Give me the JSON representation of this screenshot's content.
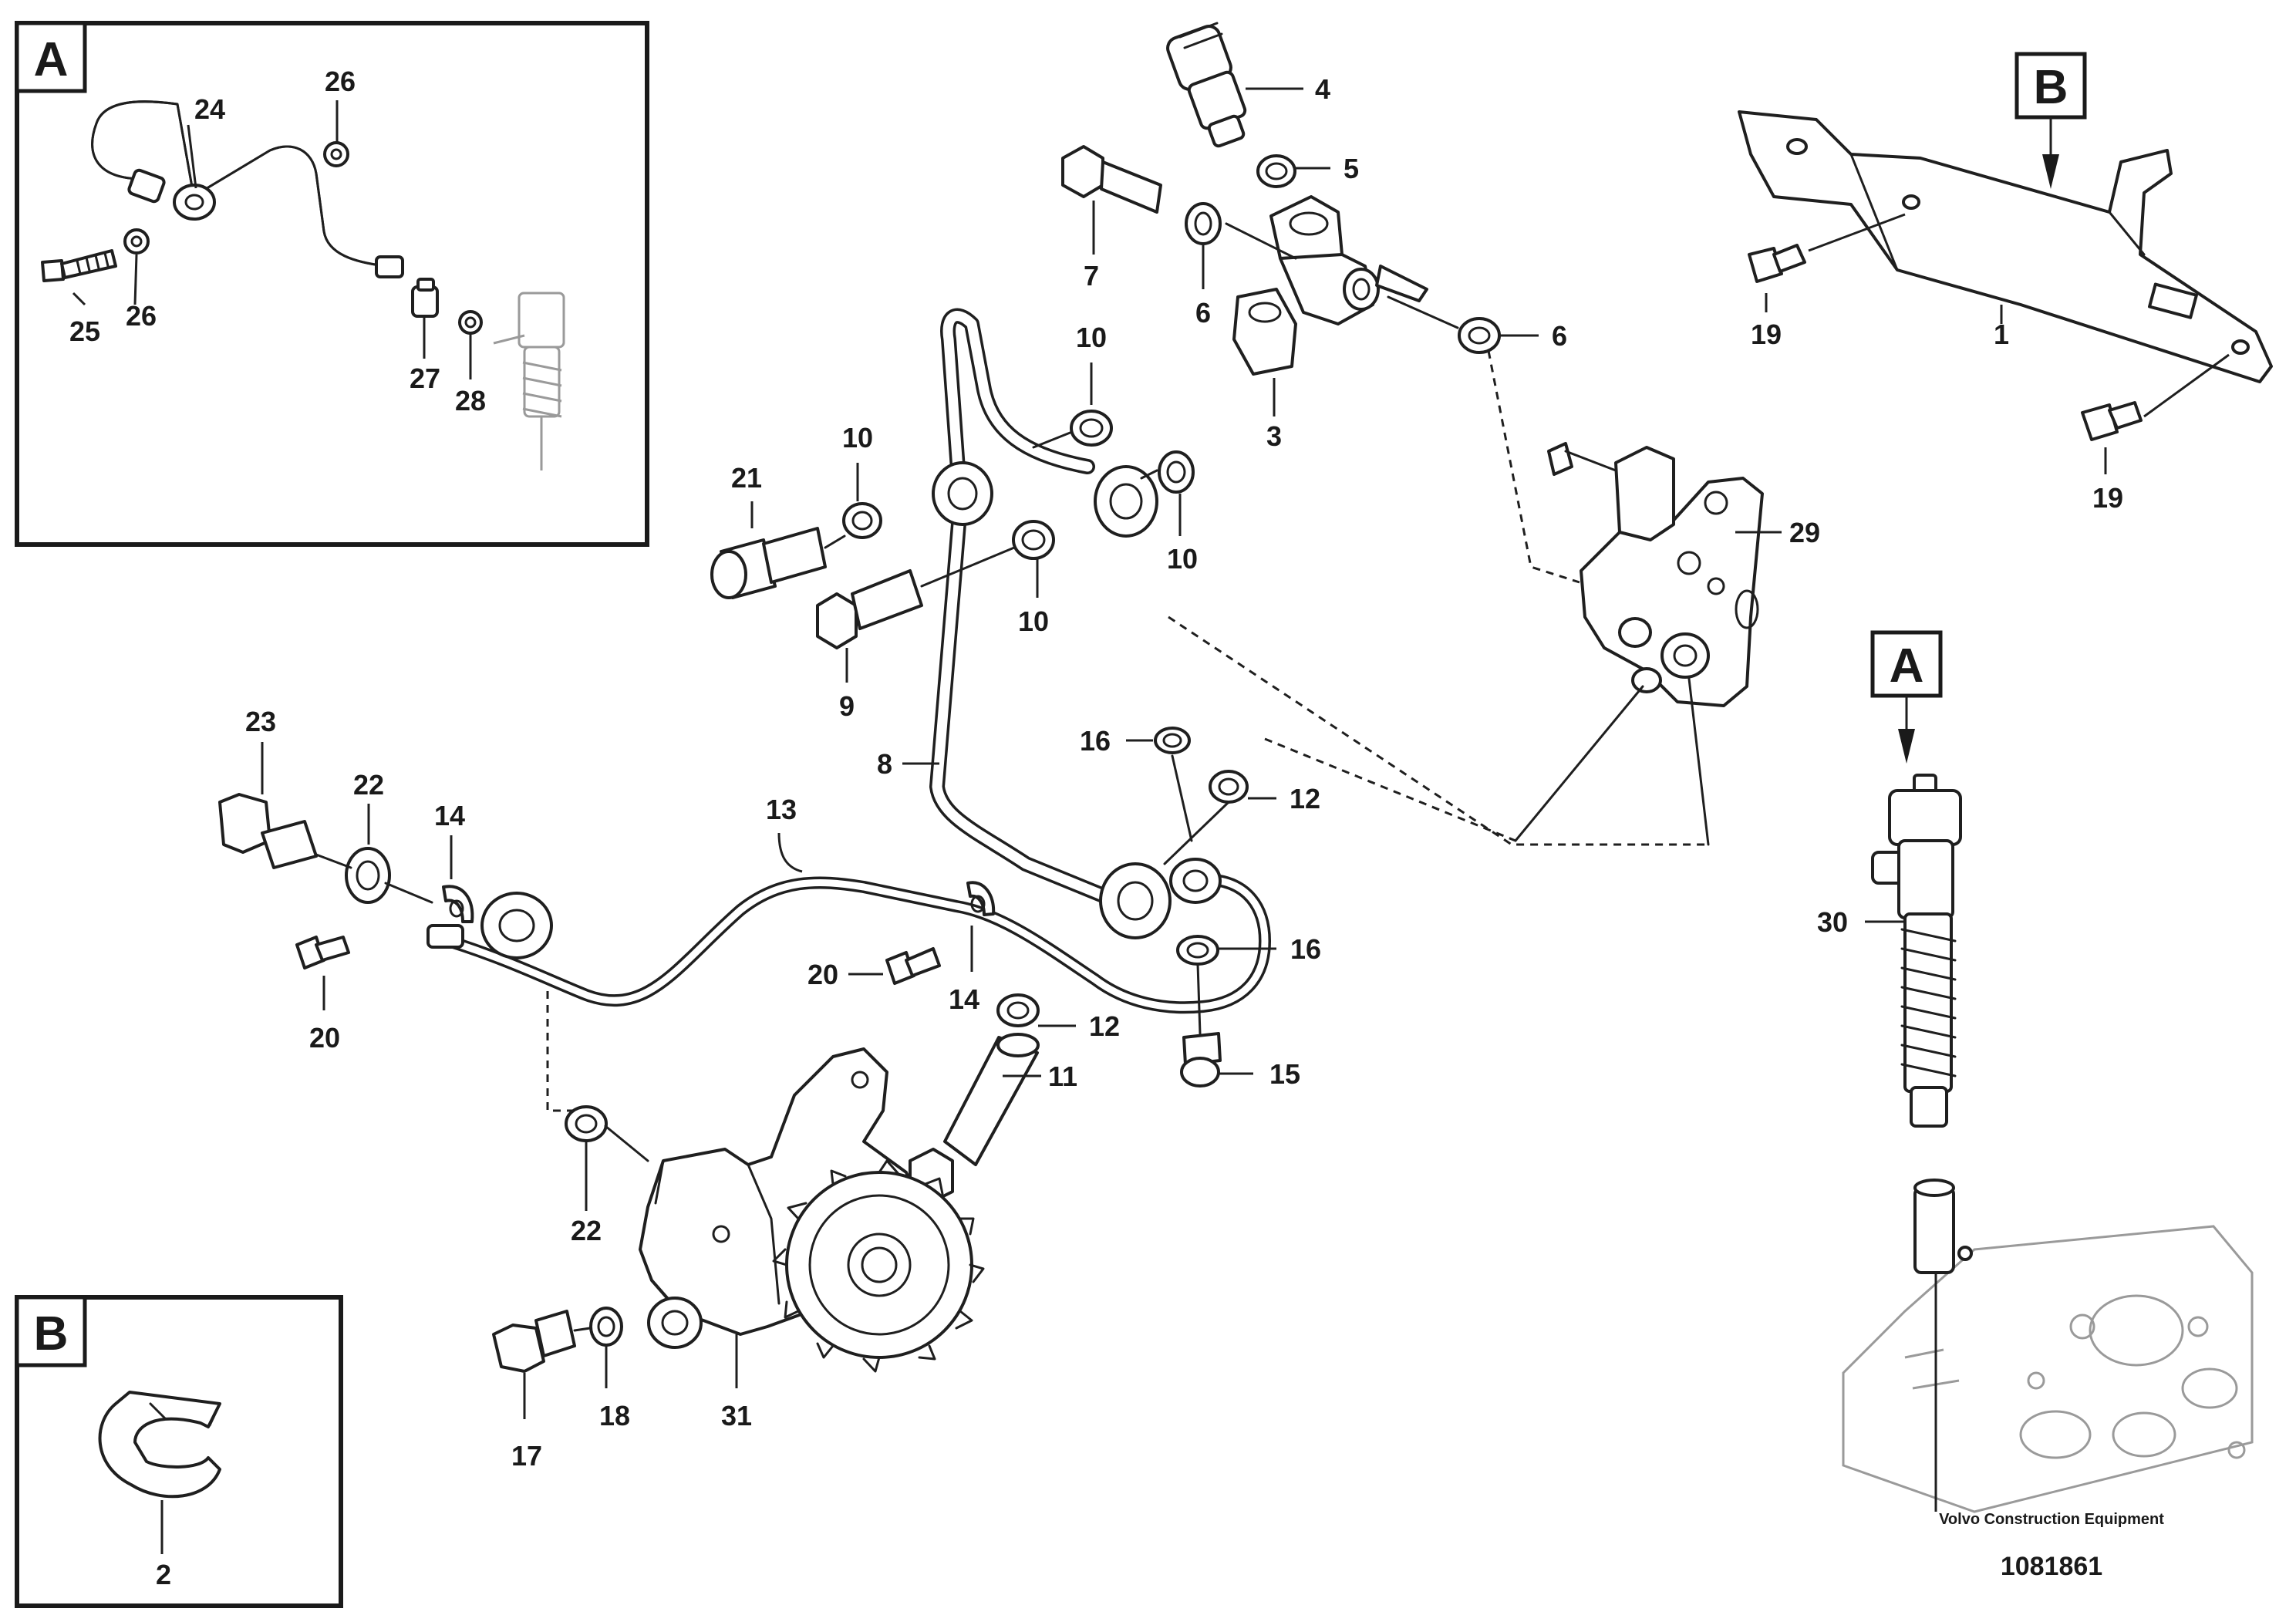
{
  "inset_a": {
    "label": "A"
  },
  "inset_b": {
    "label": "B"
  },
  "view_marker_a": {
    "label": "A"
  },
  "view_marker_b": {
    "label": "B"
  },
  "callouts": {
    "c1": "1",
    "c2": "2",
    "c3": "3",
    "c4": "4",
    "c5": "5",
    "c6a": "6",
    "c6b": "6",
    "c7": "7",
    "c8": "8",
    "c9": "9",
    "c10a": "10",
    "c10b": "10",
    "c10c": "10",
    "c10d": "10",
    "c11": "11",
    "c12a": "12",
    "c12b": "12",
    "c13": "13",
    "c14a": "14",
    "c14b": "14",
    "c15": "15",
    "c16a": "16",
    "c16b": "16",
    "c17": "17",
    "c18": "18",
    "c19a": "19",
    "c19b": "19",
    "c20a": "20",
    "c20b": "20",
    "c21": "21",
    "c22a": "22",
    "c22b": "22",
    "c23": "23",
    "c24": "24",
    "c25": "25",
    "c26a": "26",
    "c26b": "26",
    "c27": "27",
    "c28": "28",
    "c29": "29",
    "c30": "30",
    "c31": "31"
  },
  "footer": {
    "publisher": "Volvo Construction Equipment",
    "doc_number": "1081861"
  }
}
